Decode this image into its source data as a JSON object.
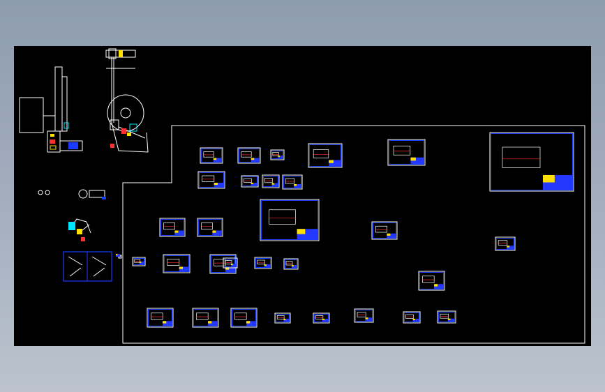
{
  "colors": {
    "background": "#000000",
    "outline": "#ffffff",
    "frame": "#1a3cff",
    "title_block": "#2438ff",
    "accent_yellow": "#ffe000",
    "accent_red": "#ff3030",
    "accent_cyan": "#00e5ff"
  },
  "sheets": [
    {
      "kind": "sheet"
    },
    {
      "kind": "sheet"
    },
    {
      "kind": "sheet"
    },
    {
      "kind": "sheet"
    },
    {
      "kind": "sheet"
    },
    {
      "kind": "sheet"
    },
    {
      "kind": "sheet"
    },
    {
      "kind": "sheet"
    },
    {
      "kind": "sheet"
    },
    {
      "kind": "sheet"
    },
    {
      "kind": "sheet"
    },
    {
      "kind": "sheet"
    },
    {
      "kind": "sheet"
    },
    {
      "kind": "sheet"
    },
    {
      "kind": "sheet"
    },
    {
      "kind": "sheet"
    },
    {
      "kind": "sheet"
    },
    {
      "kind": "sheet"
    },
    {
      "kind": "sheet"
    },
    {
      "kind": "sheet"
    },
    {
      "kind": "sheet"
    },
    {
      "kind": "sheet"
    },
    {
      "kind": "sheet"
    },
    {
      "kind": "sheet"
    },
    {
      "kind": "sheet"
    },
    {
      "kind": "sheet"
    },
    {
      "kind": "sheet"
    },
    {
      "kind": "sheet"
    },
    {
      "kind": "sheet"
    },
    {
      "kind": "sheet"
    },
    {
      "kind": "sheet"
    }
  ]
}
